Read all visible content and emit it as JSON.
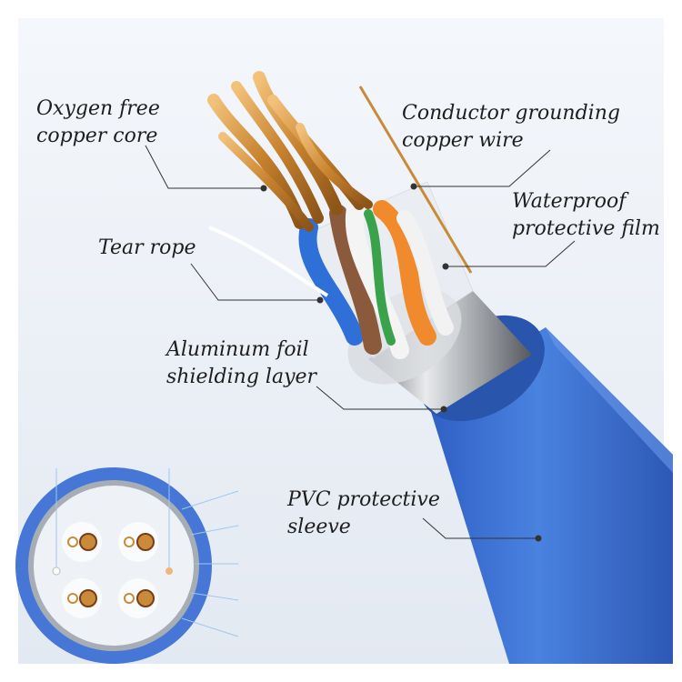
{
  "labels": {
    "oxygen_free": {
      "line1": "Oxygen free",
      "line2": "copper core"
    },
    "conductor_ground": {
      "line1": "Conductor grounding",
      "line2": "copper wire"
    },
    "waterproof": {
      "line1": "Waterproof",
      "line2": "protective film"
    },
    "tear_rope": {
      "line1": "Tear rope"
    },
    "aluminum_foil": {
      "line1": "Aluminum foil",
      "line2": "shielding layer"
    },
    "pvc_sleeve": {
      "line1": "PVC protective",
      "line2": "sleeve"
    }
  },
  "colors": {
    "background": "#eef2f8",
    "sleeve_blue": "#3b6fd0",
    "copper": "#c98a3a",
    "foil": "#b8bcc0",
    "leader_line": "#333333"
  }
}
